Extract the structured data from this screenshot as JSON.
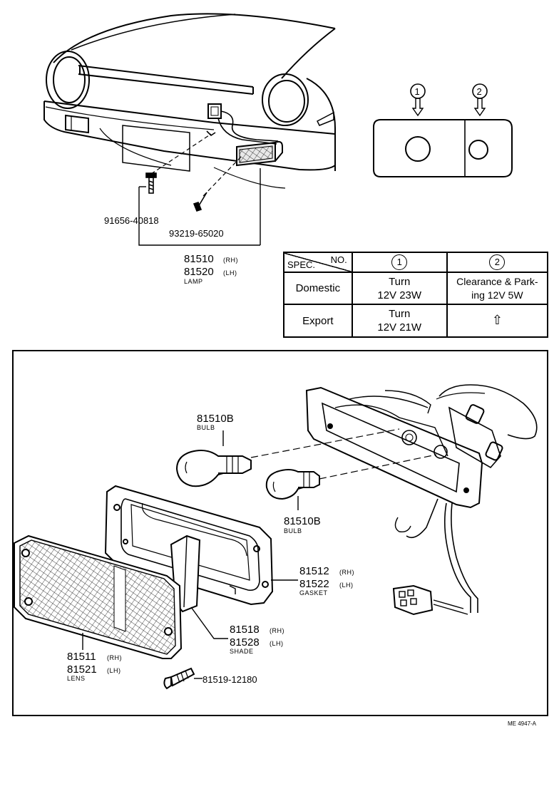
{
  "callouts": {
    "bolt": "91656-40818",
    "screw_top": "93219-65020",
    "lamp_rh": "81510",
    "lamp_rh_suffix": "(RH)",
    "lamp_lh": "81520",
    "lamp_lh_suffix": "(LH)",
    "lamp_label": "LAMP",
    "bulb_top": "81510B",
    "bulb_top_label": "BULB",
    "bulb_bottom": "81510B",
    "bulb_bottom_label": "BULB",
    "gasket_rh": "81512",
    "gasket_rh_suffix": "(RH)",
    "gasket_lh": "81522",
    "gasket_lh_suffix": "(LH)",
    "gasket_label": "GASKET",
    "shade_rh": "81518",
    "shade_rh_suffix": "(RH)",
    "shade_lh": "81528",
    "shade_lh_suffix": "(LH)",
    "shade_label": "SHADE",
    "lens_rh": "81511",
    "lens_rh_suffix": "(RH)",
    "lens_lh": "81521",
    "lens_lh_suffix": "(LH)",
    "lens_label": "LENS",
    "screw_bottom": "81519-12180",
    "drawing_code": "ME 4947-A"
  },
  "lamp_view": {
    "marker1": "1",
    "marker2": "2"
  },
  "spec_table": {
    "header_no": "NO.",
    "header_spec": "SPEC.",
    "col1": "1",
    "col2": "2",
    "rows": [
      {
        "label": "Domestic",
        "c1_line1": "Turn",
        "c1_line2": "12V 23W",
        "c2_line1": "Clearance & Park-",
        "c2_line2": "ing 12V 5W"
      },
      {
        "label": "Export",
        "c1_line1": "Turn",
        "c1_line2": "12V 21W",
        "c2_line1": "⇧",
        "c2_line2": ""
      }
    ]
  }
}
